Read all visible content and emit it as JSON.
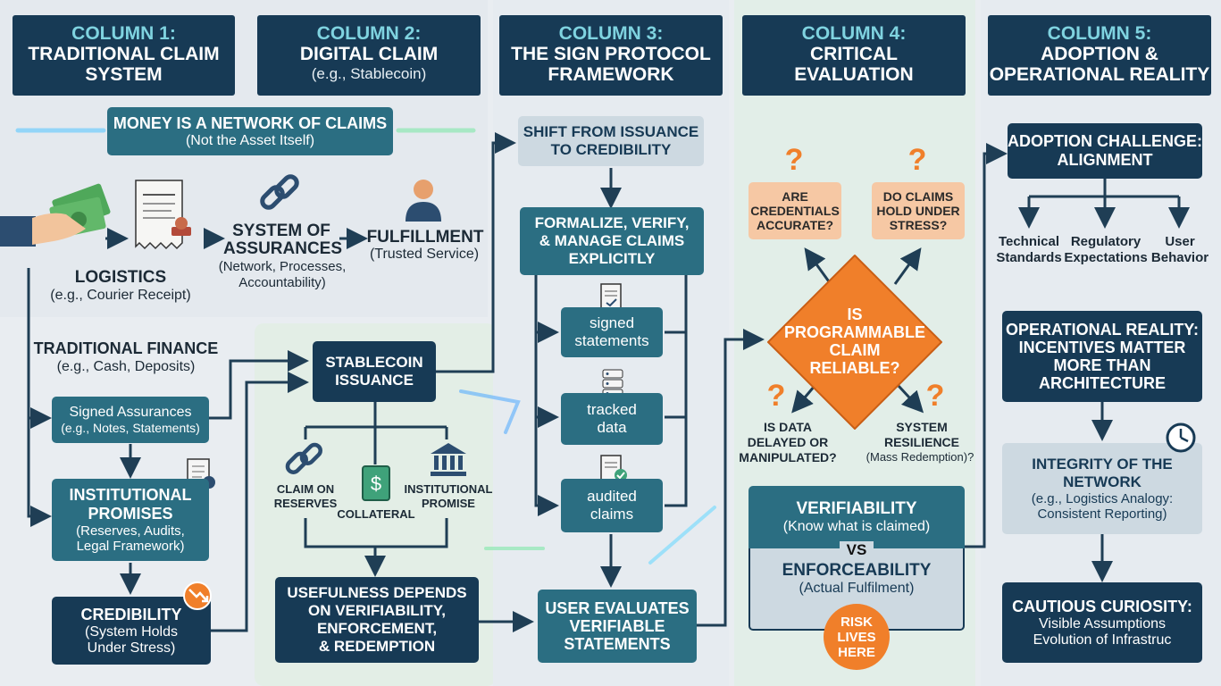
{
  "colors": {
    "dark": "#173a55",
    "teal": "#2b6e82",
    "accent_cyan": "#7fd3e0",
    "orange": "#f07f2a",
    "peach": "#f6c8a4",
    "light": "#cdd9e1"
  },
  "columns": [
    {
      "num": "COLUMN 1:",
      "title1": "TRADITIONAL CLAIM",
      "title2": "SYSTEM",
      "sub": ""
    },
    {
      "num": "COLUMN 2:",
      "title1": "DIGITAL CLAIM",
      "title2": "",
      "sub": "(e.g., Stablecoin)"
    },
    {
      "num": "COLUMN 3:",
      "title1": "THE SIGN PROTOCOL",
      "title2": "FRAMEWORK",
      "sub": ""
    },
    {
      "num": "COLUMN 4:",
      "title1": "CRITICAL",
      "title2": "EVALUATION",
      "sub": ""
    },
    {
      "num": "COLUMN 5:",
      "title1": "ADOPTION &",
      "title2": "OPERATIONAL REALITY",
      "sub": ""
    }
  ],
  "col1": {
    "banner_title": "MONEY IS A NETWORK OF CLAIMS",
    "banner_sub": "(Not the Asset Itself)",
    "icons": [
      "hand-cash-icon",
      "receipt-stamp-icon",
      "chain-link-icon",
      "person-icon"
    ],
    "logistics_title": "LOGISTICS",
    "logistics_sub": "(e.g., Courier Receipt)",
    "assurance_title1": "SYSTEM OF",
    "assurance_title2": "ASSURANCES",
    "assurance_sub1": "(Network, Processes,",
    "assurance_sub2": "Accountability)",
    "fulfillment_title": "FULFILLMENT",
    "fulfillment_sub": "(Trusted Service)",
    "tradfin_title": "TRADITIONAL FINANCE",
    "tradfin_sub": "(e.g., Cash, Deposits)",
    "signed_title": "Signed Assurances",
    "signed_sub": "(e.g., Notes, Statements)",
    "inst_title1": "INSTITUTIONAL",
    "inst_title2": "PROMISES",
    "inst_sub1": "(Reserves, Audits,",
    "inst_sub2": "Legal Framework)",
    "cred_title": "CREDIBILITY",
    "cred_sub1": "(System Holds",
    "cred_sub2": "Under Stress)"
  },
  "col2": {
    "issuance1": "STABLECOIN",
    "issuance2": "ISSUANCE",
    "claim1": "CLAIM ON",
    "claim2": "RESERVES",
    "collateral": "COLLATERAL",
    "inst1": "INSTITUTIONAL",
    "inst2": "PROMISE",
    "usefulness1": "USEFULNESS DEPENDS",
    "usefulness2": "ON VERIFIABILITY,",
    "usefulness3": "ENFORCEMENT,",
    "usefulness4": "& REDEMPTION"
  },
  "col3": {
    "shift1": "SHIFT FROM ISSUANCE",
    "shift2": "TO CREDIBILITY",
    "formalize1": "FORMALIZE, VERIFY,",
    "formalize2": "& MANAGE CLAIMS",
    "formalize3": "EXPLICITLY",
    "signed1": "signed",
    "signed2": "statements",
    "tracked1": "tracked",
    "tracked2": "data",
    "audited1": "audited",
    "audited2": "claims",
    "user1": "USER EVALUATES",
    "user2": "VERIFIABLE",
    "user3": "STATEMENTS"
  },
  "col4": {
    "q_accurate1": "ARE",
    "q_accurate2": "CREDENTIALS",
    "q_accurate3": "ACCURATE?",
    "q_stress1": "DO CLAIMS",
    "q_stress2": "HOLD UNDER",
    "q_stress3": "STRESS?",
    "diamond1": "IS",
    "diamond2": "PROGRAMMABLE",
    "diamond3": "CLAIM",
    "diamond4": "RELIABLE?",
    "q_data1": "IS DATA",
    "q_data2": "DELAYED OR",
    "q_data3": "MANIPULATED?",
    "q_res1": "SYSTEM",
    "q_res2": "RESILIENCE",
    "q_res3": "(Mass Redemption)?",
    "qmark": "?",
    "verif_title": "VERIFIABILITY",
    "verif_sub": "(Know what is claimed)",
    "vs": "VS",
    "enf_title": "ENFORCEABILITY",
    "enf_sub": "(Actual Fulfilment)",
    "risk1": "RISK",
    "risk2": "LIVES",
    "risk3": "HERE"
  },
  "col5": {
    "adopt1": "ADOPTION CHALLENGE:",
    "adopt2": "ALIGNMENT",
    "tech1": "Technical",
    "tech2": "Standards",
    "reg1": "Regulatory",
    "reg2": "Expectations",
    "user1": "User",
    "user2": "Behavior",
    "op1": "OPERATIONAL REALITY:",
    "op2": "INCENTIVES MATTER",
    "op3": "MORE THAN",
    "op4": "ARCHITECTURE",
    "int1": "INTEGRITY OF THE",
    "int2": "NETWORK",
    "int3": "(e.g., Logistics Analogy:",
    "int4": "Consistent Reporting)",
    "caut1": "CAUTIOUS CURIOSITY:",
    "caut2": "Visible Assumptions",
    "caut3": "Evolution of Infrastruc"
  }
}
